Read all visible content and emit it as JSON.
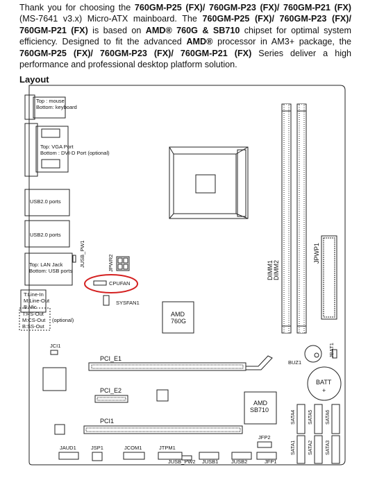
{
  "intro": {
    "t1": "Thank you for choosing the ",
    "b1": "760GM-P25 (FX)/ 760GM-P23 (FX)/ 760GM-P21 (FX)",
    "t2": " (MS-7641 v3.x) Micro-ATX mainboard. The ",
    "b2": "760GM-P25 (FX)/ 760GM-P23 (FX)/ 760GM-P21 (FX)",
    "t3": " is based on ",
    "b3": "AMD® 760G & SB710",
    "t4": " chipset for optimal system efficiency. Designed to fit the advanced ",
    "b4": "AMD®",
    "t5": " processor in AM3+ package, the ",
    "b5": "760GM-P25 (FX)/ 760GM-P23 (FX)/ 760GM-P21 (FX)",
    "t6": " Series deliver a high performance and professional desktop platform solution."
  },
  "section_title": "Layout",
  "board": {
    "ps2_top": "Top : mouse",
    "ps2_bottom": "Bottom: keyboard",
    "vga_top": "Top: VGA Port",
    "vga_bottom": "Bottom : DVI-D Port (optional)",
    "usb1": "USB2.0 ports",
    "usb2": "USB2.0 ports",
    "jusb_pw1": "JUSB_PW1",
    "lan_top": "Top: LAN Jack",
    "lan_bottom": "Bottom: USB ports",
    "audio_1": "T:Line-In",
    "audio_2": "M:Line-Out",
    "audio_3": "B:Mic",
    "audio_4": "T:RS-Out",
    "audio_5": "M:CS-Out",
    "audio_6": "B:SS-Out",
    "audio_optional": "(optional)",
    "jpwr2": "JPWR2",
    "cpufan": "CPUFAN",
    "sysfan1": "SYSFAN1",
    "nb_line1": "AMD",
    "nb_line2": "760G",
    "dimm1": "DIMM1",
    "dimm2": "DIMM2",
    "jpwp1": "JPWP1",
    "jci1": "JCI1",
    "buz1": "BUZ1",
    "jbat1": "JBAT1",
    "batt": "BATT",
    "batt_plus": "+",
    "pci_e1": "PCI_E1",
    "pci_e2": "PCI_E2",
    "sb_line1": "AMD",
    "sb_line2": "SB710",
    "pci1": "PCI1",
    "sata4": "SATA4",
    "sata5": "SATA5",
    "sata6": "SATA6",
    "sata1": "SATA1",
    "sata2": "SATA2",
    "sata3": "SATA3",
    "jfp2": "JFP2",
    "jaud1": "JAUD1",
    "jsp1": "JSP1",
    "jcom1": "JCOM1",
    "jtpm1": "JTPM1",
    "jusb_pw2": "JUSB_PW2",
    "jusb1": "JUSB1",
    "jusb2": "JUSB2",
    "jfp1": "JFP1"
  },
  "colors": {
    "highlight": "#d42020",
    "line": "#222222"
  }
}
